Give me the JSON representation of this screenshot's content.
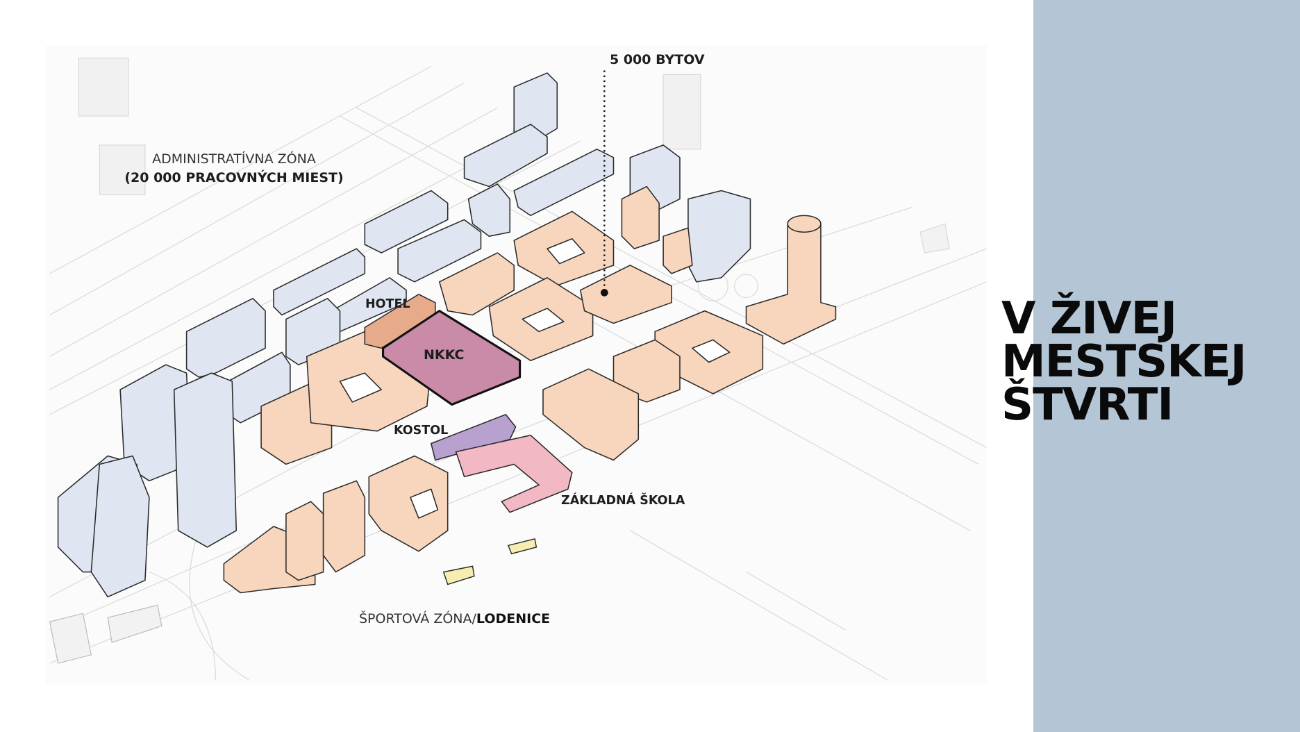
{
  "title": {
    "lines": [
      "V ŽIVEJ",
      "MESTSKEJ",
      "ŠTVRTI"
    ]
  },
  "map": {
    "labels": {
      "housing": "5 000 BYTOV",
      "admin_zone": "ADMINISTRATÍVNA ZÓNA",
      "admin_jobs": "(20 000 PRACOVNÝCH MIEST)",
      "hotel": "HOTEL",
      "nkkc": "NKKC",
      "church": "KOSTOL",
      "school": "ZÁKLADNÁ ŠKOLA",
      "sports_zone": "ŠPORTOVÁ ZÓNA/",
      "boathouses": "LODENICE"
    },
    "colors": {
      "admin": "#dfe6f1",
      "residential": "#f8d6bd",
      "hotel": "#e7ab8b",
      "nkkc": "#c98ba8",
      "church": "#b9a1cf",
      "school": "#f2b9c4",
      "sports": "#f6edb1",
      "panel": "#b4c6d6"
    }
  }
}
